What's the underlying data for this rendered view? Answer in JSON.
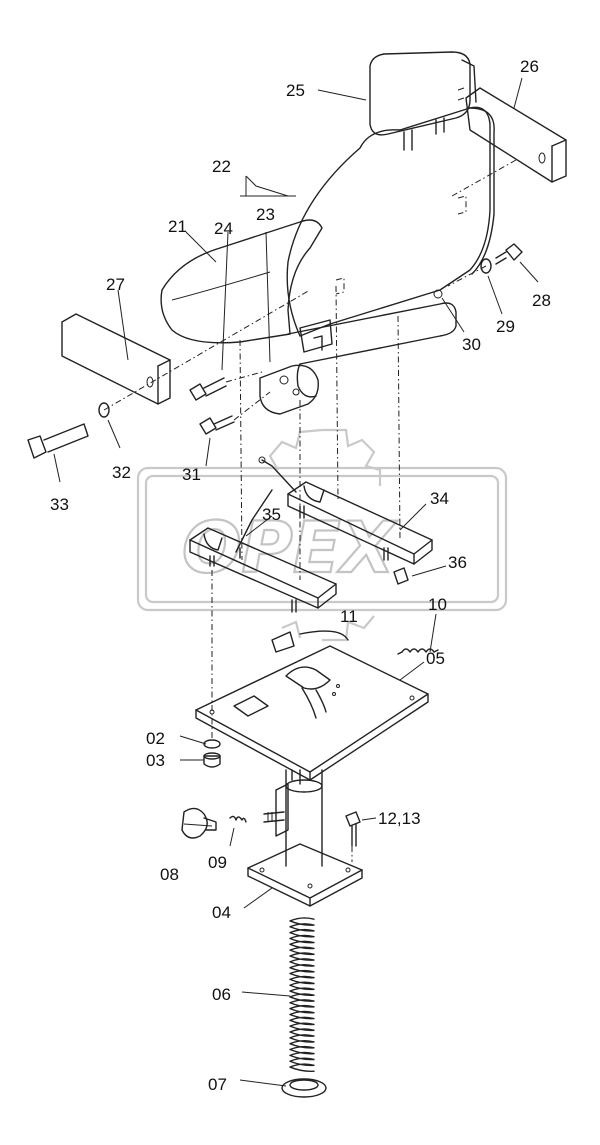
{
  "watermark": "OPEX",
  "labels": [
    {
      "id": "21",
      "text": "21"
    },
    {
      "id": "22",
      "text": "22"
    },
    {
      "id": "23",
      "text": "23"
    },
    {
      "id": "24",
      "text": "24"
    },
    {
      "id": "25",
      "text": "25"
    },
    {
      "id": "26",
      "text": "26"
    },
    {
      "id": "27",
      "text": "27"
    },
    {
      "id": "28",
      "text": "28"
    },
    {
      "id": "29",
      "text": "29"
    },
    {
      "id": "30",
      "text": "30"
    },
    {
      "id": "31",
      "text": "31"
    },
    {
      "id": "32",
      "text": "32"
    },
    {
      "id": "33",
      "text": "33"
    },
    {
      "id": "34",
      "text": "34"
    },
    {
      "id": "35",
      "text": "35"
    },
    {
      "id": "36",
      "text": "36"
    },
    {
      "id": "11",
      "text": "11"
    },
    {
      "id": "10",
      "text": "10"
    },
    {
      "id": "05",
      "text": "05"
    },
    {
      "id": "02",
      "text": "02"
    },
    {
      "id": "03",
      "text": "03"
    },
    {
      "id": "12_13",
      "text": "12,13"
    },
    {
      "id": "08",
      "text": "08"
    },
    {
      "id": "09",
      "text": "09"
    },
    {
      "id": "04",
      "text": "04"
    },
    {
      "id": "06",
      "text": "06"
    },
    {
      "id": "07",
      "text": "07"
    }
  ]
}
